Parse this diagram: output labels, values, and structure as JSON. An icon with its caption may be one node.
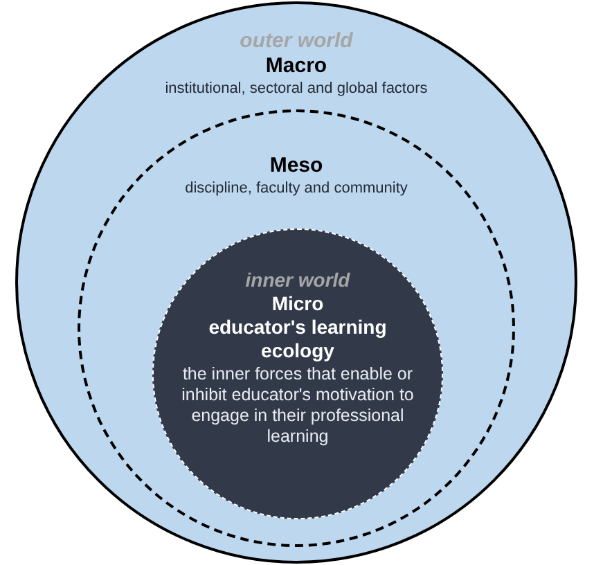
{
  "diagram": {
    "nodes": [
      {
        "text": [
          "outer world",
          "Macro",
          "institutional, sectoral and global factors"
        ]
      },
      {
        "text": [
          "Meso",
          "discipline, faculty and community"
        ],
        "in": 0
      },
      {
        "text": [
          "inner world",
          "Micro",
          "educator's learning ecology",
          "the inner forces that enable or inhibit educator's motivation to engage in their professional learning"
        ],
        "in": 1
      }
    ]
  }
}
